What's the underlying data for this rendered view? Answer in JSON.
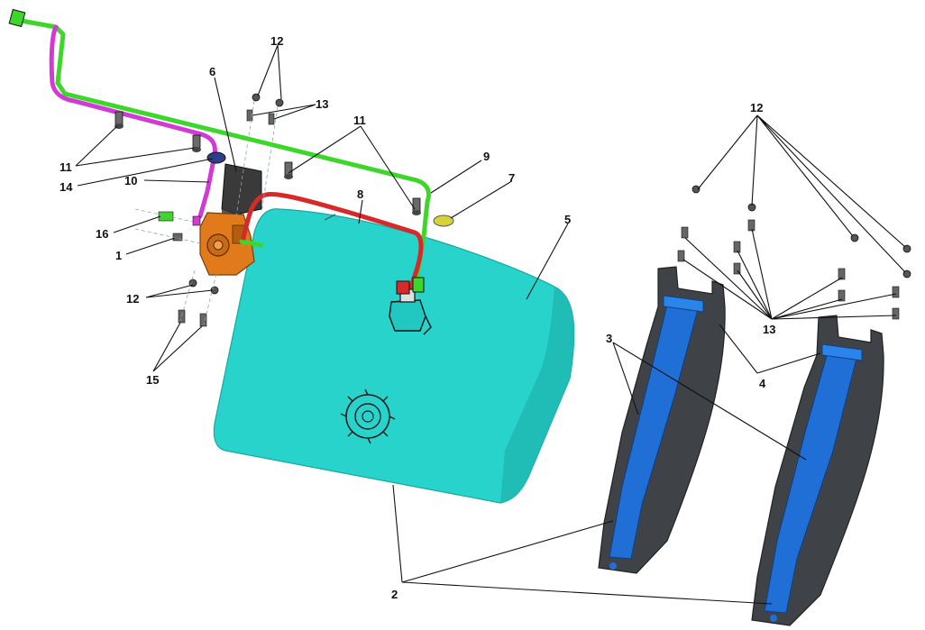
{
  "diagram": {
    "callouts": {
      "c1": "1",
      "c2": "2",
      "c3": "3",
      "c4": "4",
      "c5": "5",
      "c6": "6",
      "c7": "7",
      "c8": "8",
      "c9": "9",
      "c10": "10",
      "c11a": "11",
      "c11b": "11",
      "c12a": "12",
      "c12b": "12",
      "c12c": "12",
      "c13a": "13",
      "c13b": "13",
      "c14": "14",
      "c15": "15",
      "c16": "16"
    },
    "colors": {
      "tank": "#28d3cc",
      "tank_shade": "#1fb8b2",
      "strap": "#1f6fd6",
      "bracket": "#3f4347",
      "supply_hose": "#3dd62a",
      "return_hose": "#d62a2a",
      "vent_hose": "#d23ad6",
      "pump_body": "#e07a1a",
      "filter_bracket": "#3a3a3a",
      "grommet": "#d7d23a"
    }
  }
}
